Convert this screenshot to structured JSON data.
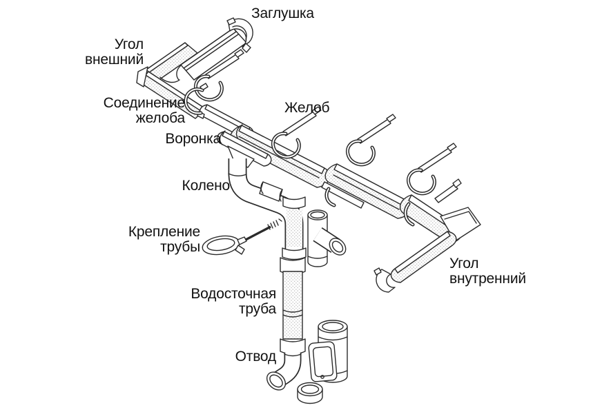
{
  "figure": {
    "kind": "technical-line-diagram",
    "subject": "gutter-system-parts",
    "colors": {
      "background": "#ffffff",
      "line": "#2b2b2b",
      "shading_dots": "#bfbfbf",
      "text": "#111111"
    }
  },
  "labels": {
    "end_cap": {
      "text": "Заглушка"
    },
    "outer_corner": {
      "text": "Угол\nвнешний"
    },
    "gutter_joint": {
      "text": "Соединение\nжелоба"
    },
    "funnel": {
      "text": "Воронка"
    },
    "gutter": {
      "text": "Желоб"
    },
    "elbow": {
      "text": "Колено"
    },
    "pipe_mount": {
      "text": "Крепление\nтрубы"
    },
    "downpipe": {
      "text": "Водосточная\nтруба"
    },
    "outlet": {
      "text": "Отвод"
    },
    "inner_corner": {
      "text": "Угол\nвнутренний"
    }
  }
}
